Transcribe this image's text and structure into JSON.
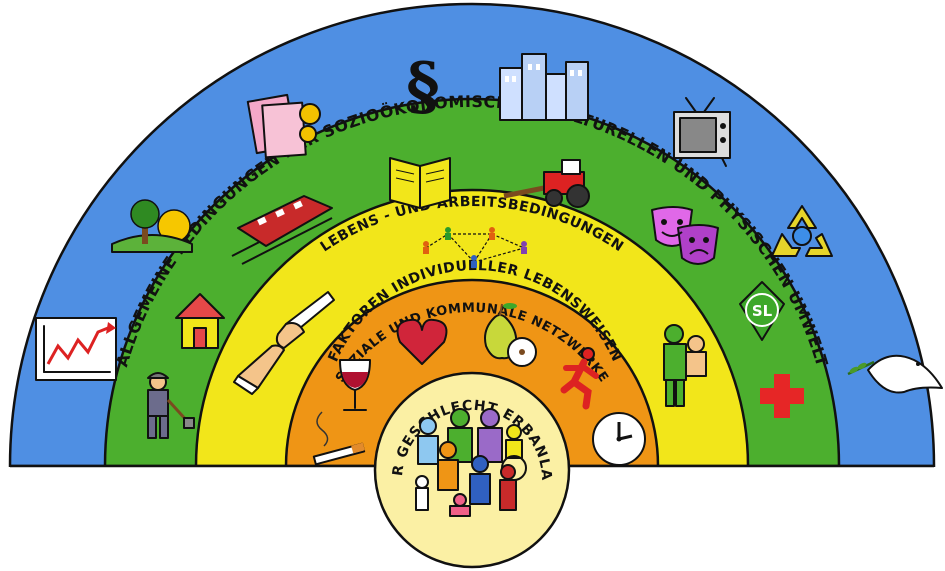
{
  "diagram": {
    "layers": [
      {
        "id": "outer",
        "label": "ALLGEMEINE BEDINGUNGEN DER SOZIOÖKONOMISCHEN, KULTURELLEN UND PHYSISCHEN UMWELT",
        "color": "#4f8fe3"
      },
      {
        "id": "living",
        "label": "LEBENS - UND ARBEITSBEDINGUNGEN",
        "color": "#4caf2e"
      },
      {
        "id": "social",
        "label": "SOZIALE UND KOMMUNALE NETZWERKE",
        "color": "#f2e61a"
      },
      {
        "id": "individual",
        "label": "FAKTOREN INDIVIDUELLER LEBENSWEISEN",
        "color": "#ef9515"
      },
      {
        "id": "core",
        "label": "ALTER GESCHLECHT ERBANLAGEN",
        "color": "#fbf0a4"
      }
    ],
    "icons": {
      "outer": [
        "chart-rising-icon",
        "money-icon",
        "paragraph-icon",
        "city-buildings-icon",
        "television-icon",
        "recycling-icon",
        "dove-olive-branch-icon",
        "landscape-tree-sun-icon"
      ],
      "living": [
        "worker-shovel-icon",
        "house-icon",
        "train-icon",
        "book-icon",
        "tractor-icon",
        "theater-masks-icon",
        "sl-logo-icon",
        "red-cross-icon"
      ],
      "social": [
        "handshake-icon",
        "network-people-icon",
        "hug-icon"
      ],
      "individual": [
        "cigarette-icon",
        "wine-glass-icon",
        "heart-icon",
        "fruits-icon",
        "running-person-icon",
        "clock-icon"
      ],
      "core": [
        "family-group-icon"
      ]
    },
    "paragraph_symbol": "§",
    "sign_text": "SL"
  }
}
